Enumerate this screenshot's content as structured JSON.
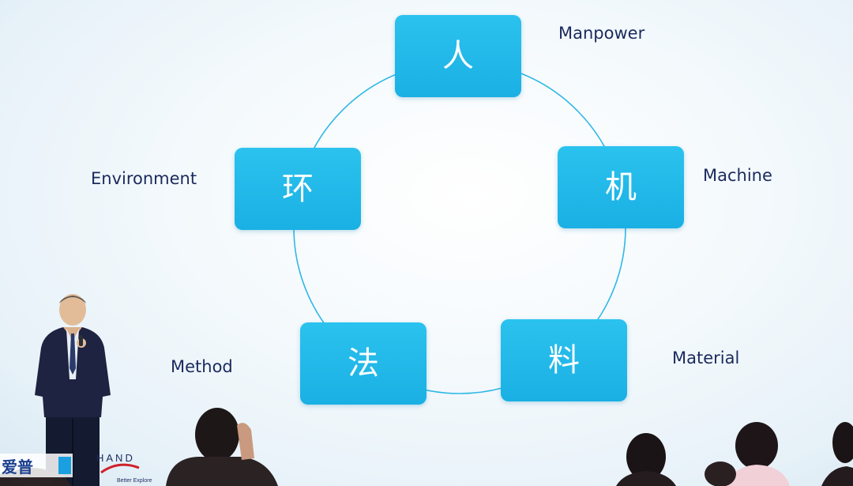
{
  "slide": {
    "nodes": [
      {
        "char": "人",
        "label": "Manpower"
      },
      {
        "char": "机",
        "label": "Machine"
      },
      {
        "char": "料",
        "label": "Material"
      },
      {
        "char": "法",
        "label": "Method"
      },
      {
        "char": "环",
        "label": "Environment"
      }
    ]
  },
  "colors": {
    "node_fill": "#1ab0e4",
    "label_text": "#1b2a5e",
    "ring": "#2fb8e6",
    "background": "#f3f9fc"
  },
  "logos": {
    "hand_mark": "HAND"
  }
}
